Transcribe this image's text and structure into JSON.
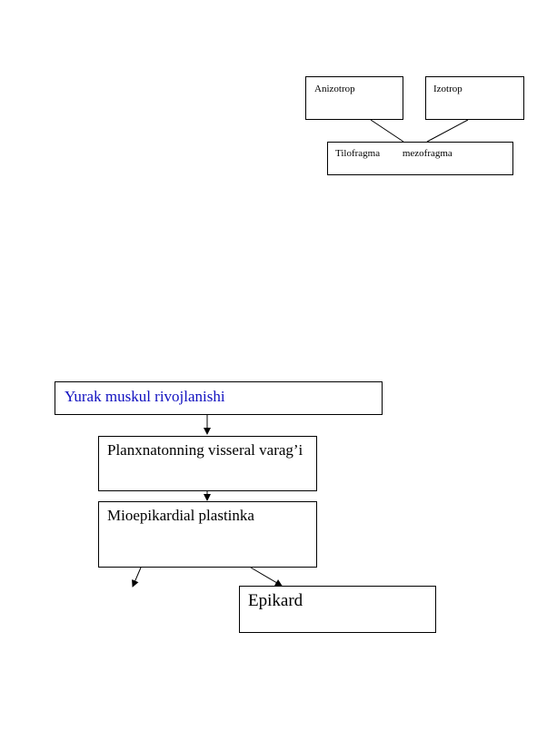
{
  "top_diagram": {
    "anizotrop": "Anizotrop",
    "izotrop": "Izotrop",
    "bottom_box": {
      "left_label": "Tilofragma",
      "right_label": "mezofragma"
    }
  },
  "bottom_diagram": {
    "title": "Yurak muskul rivojlanishi",
    "title_color": "#1010c0",
    "planxnatonning": "Planxnatonning visseral varag’i",
    "mioepikardial": "Mioepikardial plastinka",
    "epikard": "Epikard"
  }
}
